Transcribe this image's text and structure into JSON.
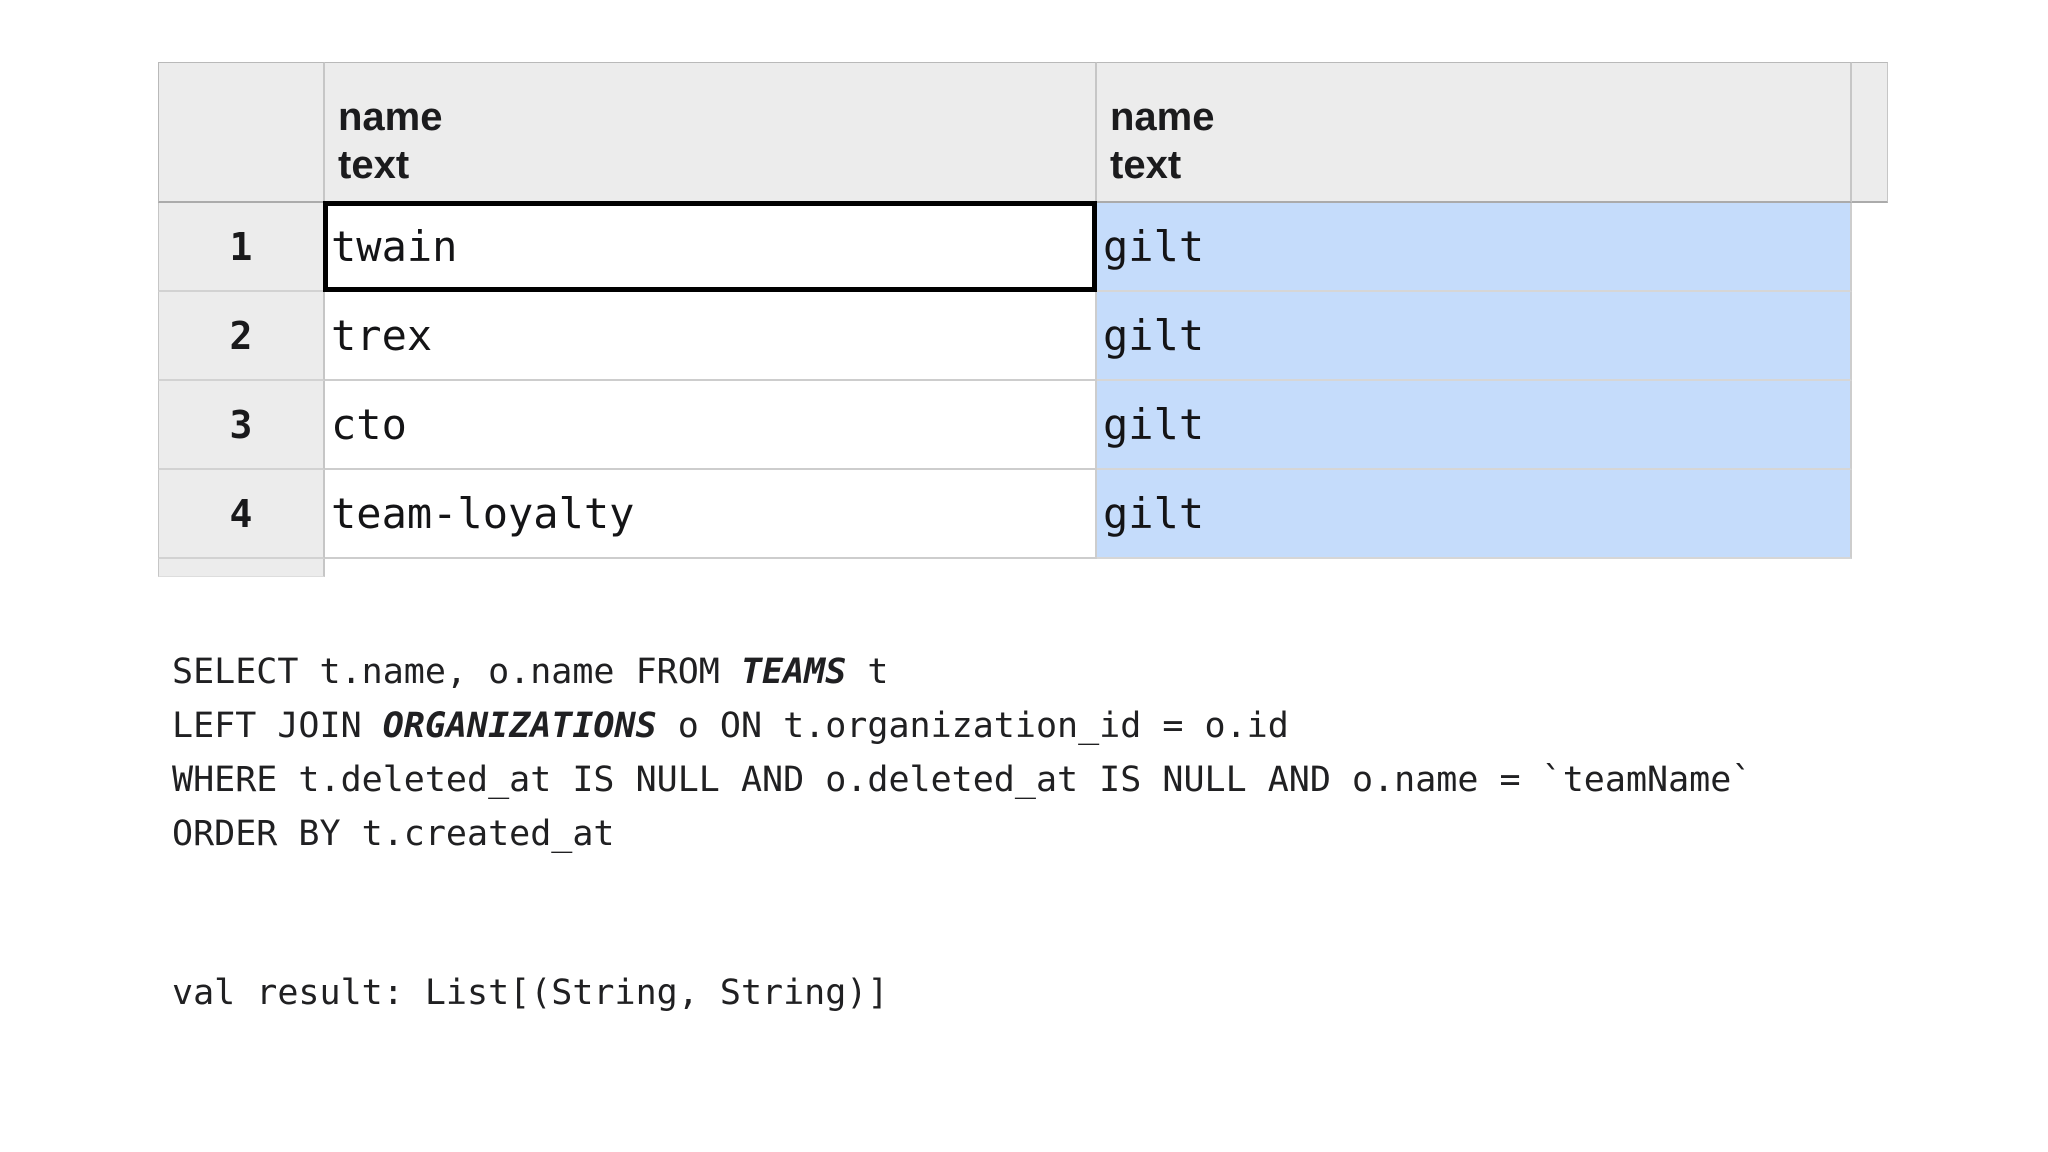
{
  "colors": {
    "header_bg": "#ececec",
    "gutter_bg": "#ececec",
    "cell_blue": "#c5dcfb",
    "cell_white": "#ffffff",
    "grid_line": "#cdcdcd",
    "selection_border": "#000000"
  },
  "table": {
    "row_header_labels": [
      "1",
      "2",
      "3",
      "4"
    ],
    "columns": [
      {
        "label": "name",
        "type": "text"
      },
      {
        "label": "name",
        "type": "text"
      }
    ],
    "rows": [
      [
        "twain",
        "gilt"
      ],
      [
        "trex",
        "gilt"
      ],
      [
        "cto",
        "gilt"
      ],
      [
        "team-loyalty",
        "gilt"
      ]
    ],
    "selected_cell": {
      "row": 1,
      "column": 1
    }
  },
  "sql_query": {
    "lines": [
      [
        {
          "t": "SELECT t.name, o.name FROM "
        },
        {
          "t": "TEAMS",
          "em": true
        },
        {
          "t": " t"
        }
      ],
      [
        {
          "t": "LEFT JOIN "
        },
        {
          "t": "ORGANIZATIONS",
          "em": true
        },
        {
          "t": " o ON t.organization_id = o.id"
        }
      ],
      [
        {
          "t": "WHERE t.deleted_at IS NULL AND o.deleted_at IS NULL AND o.name = `teamName`"
        }
      ],
      [
        {
          "t": "ORDER BY t.created_at"
        }
      ]
    ]
  },
  "scala_result": "val result: List[(String, String)]"
}
